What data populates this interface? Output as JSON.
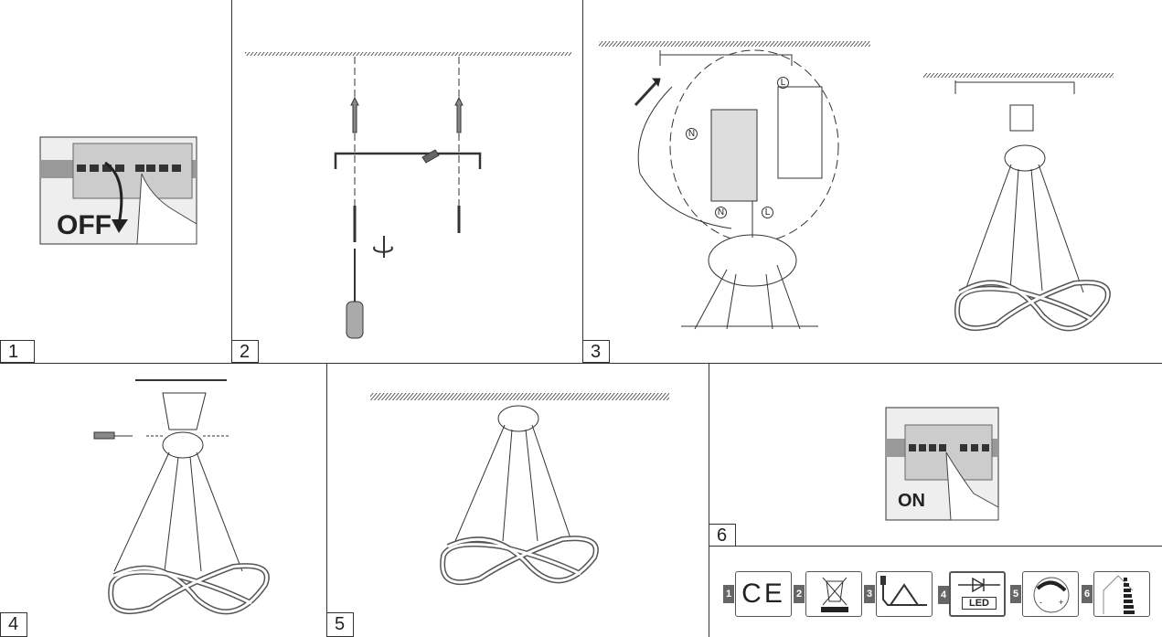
{
  "steps": [
    {
      "number": "1",
      "label": "OFF"
    },
    {
      "number": "2"
    },
    {
      "number": "3",
      "wire_labels": [
        "L",
        "N",
        "L",
        "N"
      ]
    },
    {
      "number": "4"
    },
    {
      "number": "5"
    },
    {
      "number": "6",
      "label": "ON"
    }
  ],
  "symbols": [
    {
      "number": "1",
      "name": "ce-mark-icon",
      "text": "CE"
    },
    {
      "number": "2",
      "name": "weee-bin-icon"
    },
    {
      "number": "3",
      "name": "indoor-use-icon"
    },
    {
      "number": "4",
      "name": "led-icon",
      "text": "LED"
    },
    {
      "number": "5",
      "name": "dimmable-icon",
      "minus": "-",
      "plus": "+"
    },
    {
      "number": "6",
      "name": "energy-class-icon"
    }
  ]
}
